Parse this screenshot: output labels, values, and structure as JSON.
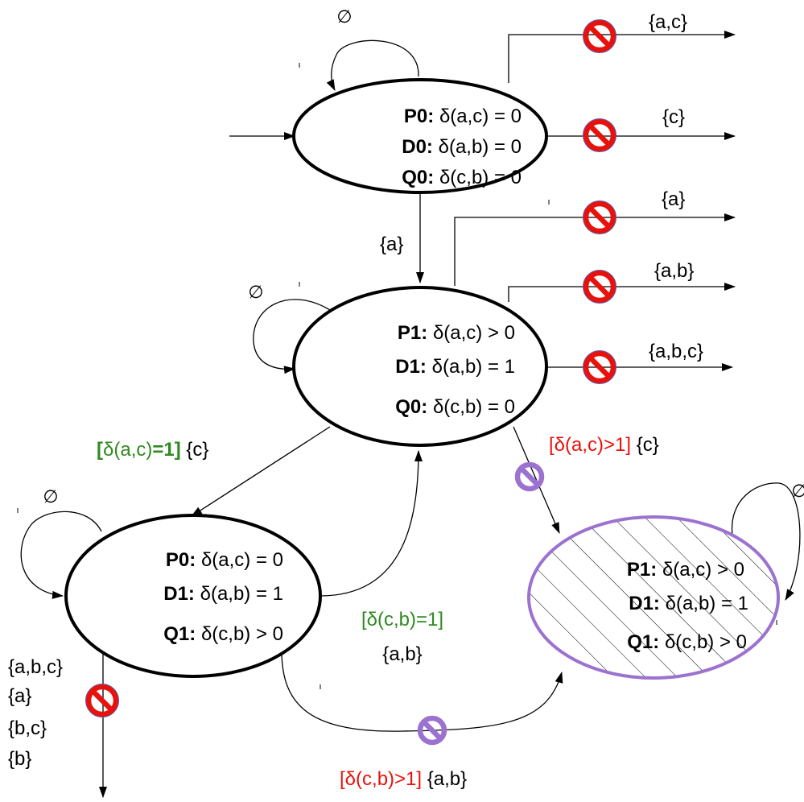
{
  "empty_set": "∅",
  "states": {
    "s0": {
      "lines": [
        {
          "id": "P0",
          "expr": "δ(a,c) = 0"
        },
        {
          "id": "D0",
          "expr": "δ(a,b) = 0"
        },
        {
          "id": "Q0",
          "expr": "δ(c,b) = 0"
        }
      ]
    },
    "s1": {
      "lines": [
        {
          "id": "P1",
          "expr": "δ(a,c) > 0"
        },
        {
          "id": "D1",
          "expr": "δ(a,b) = 1"
        },
        {
          "id": "Q0",
          "expr": "δ(c,b) = 0"
        }
      ]
    },
    "s2": {
      "lines": [
        {
          "id": "P0",
          "expr": "δ(a,c) = 0"
        },
        {
          "id": "D1",
          "expr": "δ(a,b) = 1"
        },
        {
          "id": "Q1",
          "expr": "δ(c,b) > 0"
        }
      ]
    },
    "s3": {
      "lines": [
        {
          "id": "P1",
          "expr": "δ(a,c) > 0"
        },
        {
          "id": "D1",
          "expr": "δ(a,b) = 1"
        },
        {
          "id": "Q1",
          "expr": "δ(c,b) > 0"
        }
      ]
    }
  },
  "edges": {
    "s0_s1": "{a}",
    "s0_out_ac": "{a,c}",
    "s0_out_c": "{c}",
    "s1_out_a": "{a}",
    "s1_out_ab": "{a,b}",
    "s1_out_abc": "{a,b,c}",
    "s1_s2": {
      "guard_open": "[",
      "guard_delta": "δ(a,c)",
      "guard_close": "=1]",
      "input": "{c}"
    },
    "s2_s1": {
      "guard": "[δ(c,b)=1]",
      "input": "{a,b}"
    },
    "s1_s3": {
      "guard": "[δ(a,c)>1]",
      "input": "{c}"
    },
    "s2_s3": {
      "guard": "[δ(c,b)>1]",
      "input": "{a,b}"
    },
    "s2_down": [
      "{a,b,c}",
      "{a}",
      "{b,c}",
      "{b}"
    ]
  },
  "colors": {
    "prohibited": "#e8120c",
    "prohibited_soft": "#9b72cf",
    "final_state_border": "#9b72cf",
    "guard_green": "#2e8b1f",
    "guard_red": "#e8120c"
  }
}
